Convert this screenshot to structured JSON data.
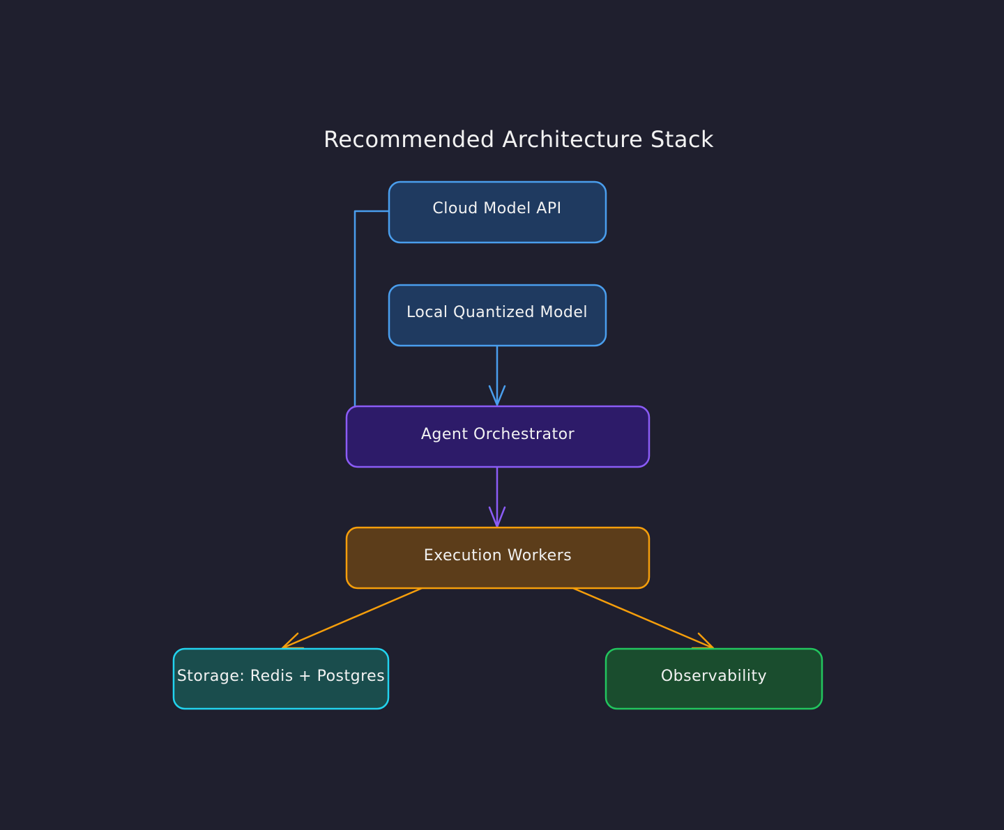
{
  "diagram": {
    "title": "Recommended Architecture Stack",
    "colors": {
      "background": "#1f1f2e",
      "blue_fill": "#1f3a60",
      "blue_stroke": "#4a9eed",
      "purple_fill": "#2d1b69",
      "purple_stroke": "#8b5cf6",
      "orange_fill": "#5c3d1a",
      "orange_stroke": "#f59e0b",
      "teal_fill": "#1a4d4d",
      "teal_stroke": "#22d3ee",
      "green_fill": "#1a4d2e",
      "green_stroke": "#22c55e"
    },
    "nodes": {
      "cloud_model_api": "Cloud Model API",
      "local_quantized_model": "Local Quantized Model",
      "agent_orchestrator": "Agent Orchestrator",
      "execution_workers": "Execution Workers",
      "storage": "Storage: Redis + Postgres",
      "observability": "Observability"
    },
    "edges": [
      {
        "from": "cloud_model_api",
        "to": "agent_orchestrator"
      },
      {
        "from": "local_quantized_model",
        "to": "agent_orchestrator"
      },
      {
        "from": "agent_orchestrator",
        "to": "execution_workers"
      },
      {
        "from": "execution_workers",
        "to": "storage"
      },
      {
        "from": "execution_workers",
        "to": "observability"
      }
    ]
  }
}
